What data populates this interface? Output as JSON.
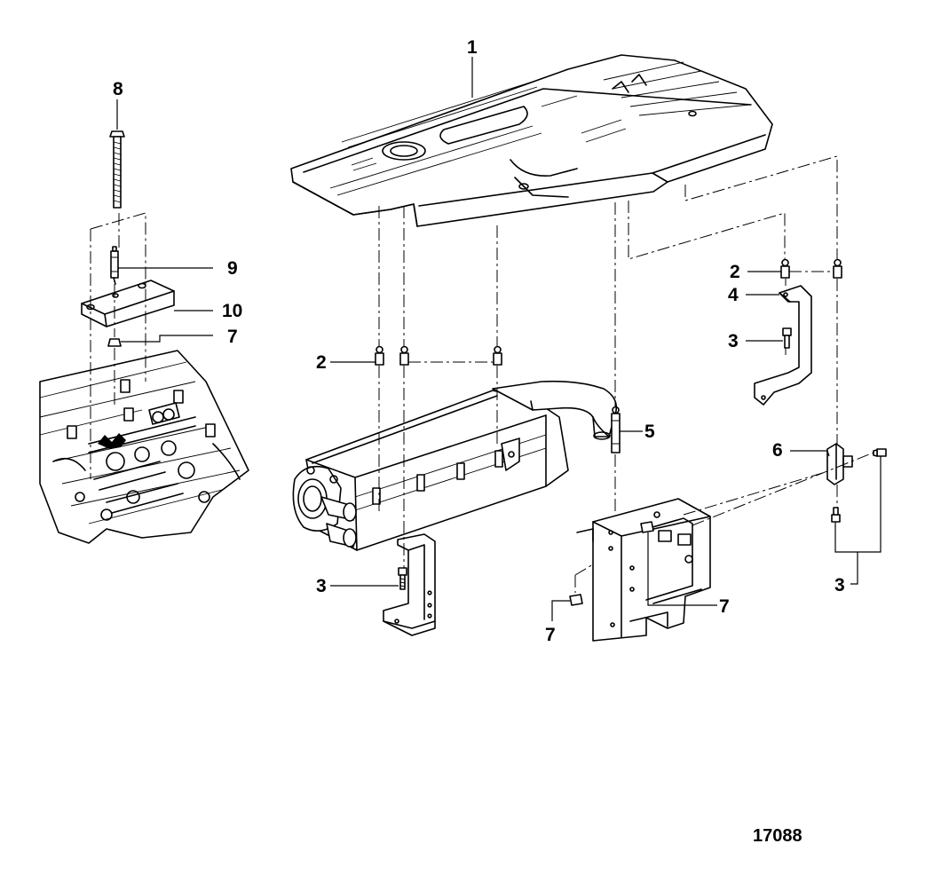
{
  "diagram": {
    "drawing_number": "17088",
    "callouts": {
      "c1": "1",
      "c2a": "2",
      "c2b": "2",
      "c3a": "3",
      "c3b": "3",
      "c3c": "3",
      "c4": "4",
      "c5": "5",
      "c6": "6",
      "c7a": "7",
      "c7b": "7",
      "c7c": "7",
      "c8": "8",
      "c9": "9",
      "c10": "10"
    }
  }
}
